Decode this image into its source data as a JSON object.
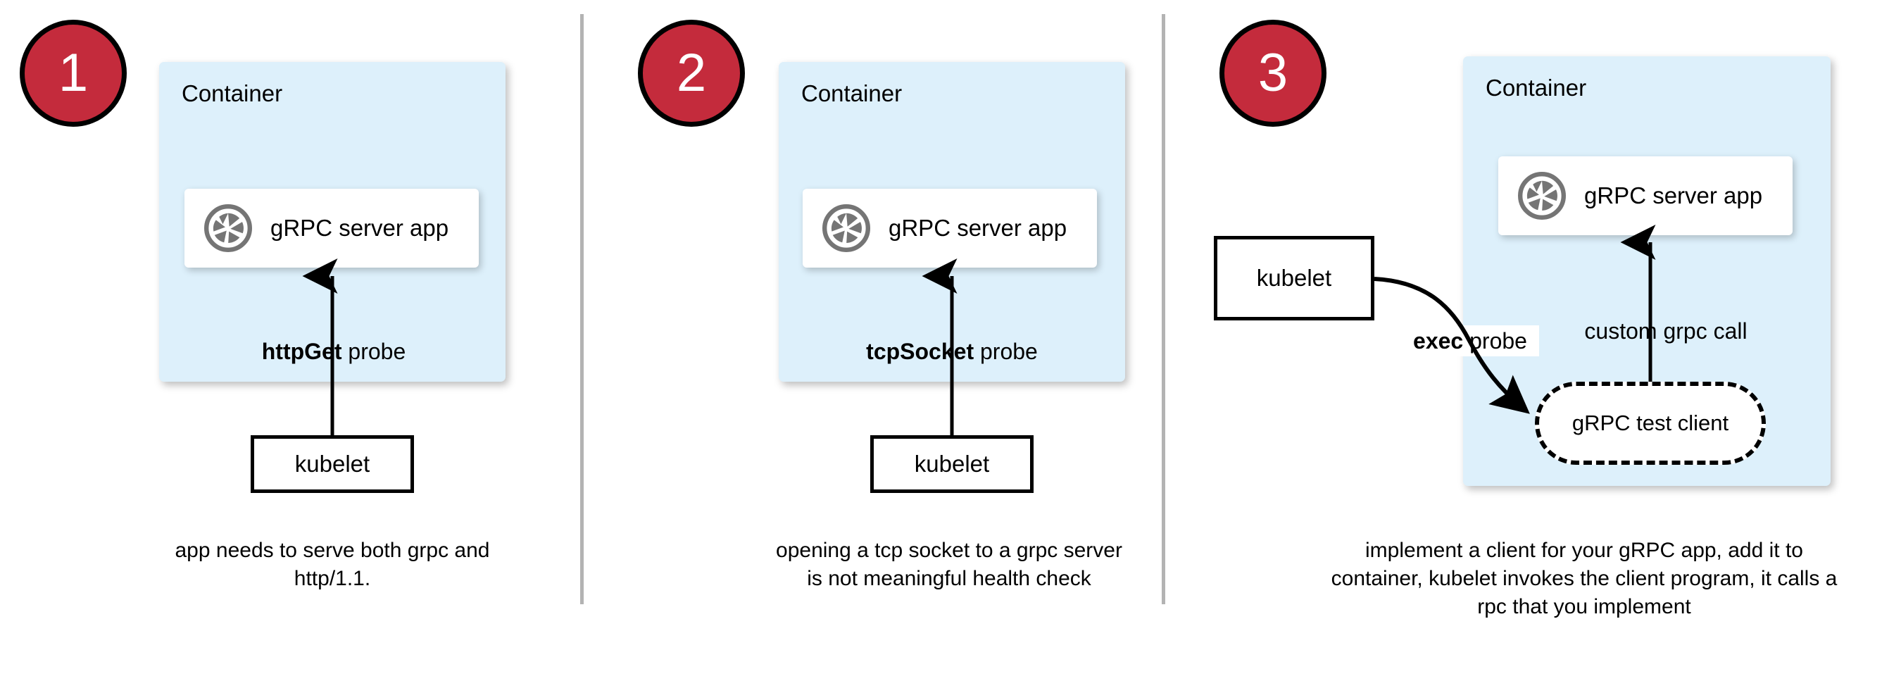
{
  "diagram": {
    "title": "gRPC health probe approaches",
    "colors": {
      "badge_fill": "#c42b3c",
      "badge_text": "#ffffff",
      "container_fill": "#ddf0fb",
      "app_card_fill": "#ffffff",
      "stroke": "#000000",
      "divider": "#b3b3b3",
      "icon_gray": "#757575"
    }
  },
  "panels": [
    {
      "badge": "1",
      "container_label": "Container",
      "app_label": "gRPC server app",
      "app_icon": "grpc-logo-icon",
      "probe_label_bold": "httpGet",
      "probe_label_rest": " probe",
      "kubelet_label": "kubelet",
      "caption": "app needs to serve both grpc and http/1.1."
    },
    {
      "badge": "2",
      "container_label": "Container",
      "app_label": "gRPC server app",
      "app_icon": "grpc-logo-icon",
      "probe_label_bold": "tcpSocket",
      "probe_label_rest": " probe",
      "kubelet_label": "kubelet",
      "caption": "opening a tcp socket to a grpc server is not meaningful health check"
    },
    {
      "badge": "3",
      "container_label": "Container",
      "app_label": "gRPC server app",
      "app_icon": "grpc-logo-icon",
      "probe_label_bold": "exec",
      "probe_label_rest": " probe",
      "kubelet_label": "kubelet",
      "test_client_label": "gRPC test client",
      "call_label": "custom grpc call",
      "caption": "implement a client for your gRPC app, add it to container, kubelet invokes the client program, it calls a rpc that you implement"
    }
  ]
}
